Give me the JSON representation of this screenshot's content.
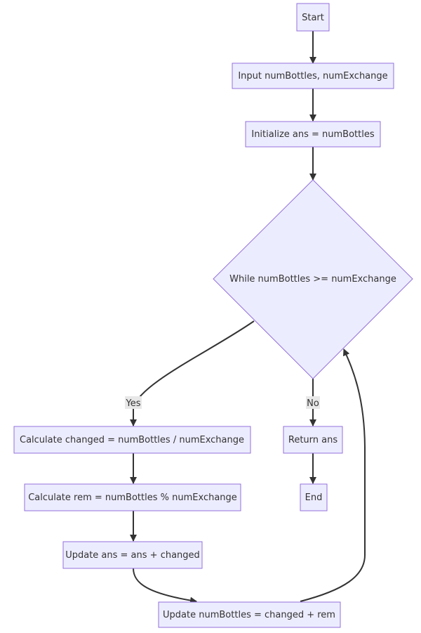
{
  "diagram": {
    "nodes": {
      "start": "Start",
      "input": "Input numBottles, numExchange",
      "init": "Initialize ans = numBottles",
      "while": "While numBottles >= numExchange",
      "calc_changed": "Calculate changed = numBottles / numExchange",
      "calc_rem": "Calculate rem = numBottles % numExchange",
      "update_ans": "Update ans = ans + changed",
      "update_bottles": "Update numBottles = changed + rem",
      "return": "Return ans",
      "end": "End"
    },
    "edge_labels": {
      "yes": "Yes",
      "no": "No"
    },
    "colors": {
      "node_fill": "#ECECFF",
      "node_stroke": "#9370DB",
      "edge": "#333333",
      "label_bg": "#e8e8e8"
    }
  }
}
